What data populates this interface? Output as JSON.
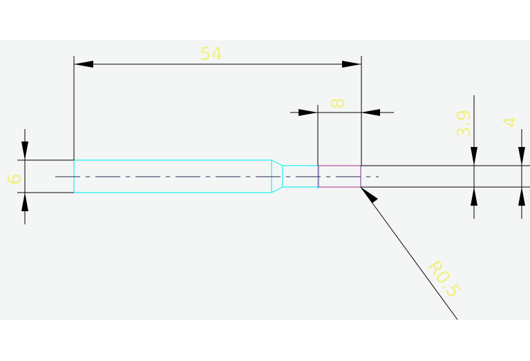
{
  "diagram": {
    "colors": {
      "background": "#ffffff",
      "canvas": "#f4f6f5",
      "dimension_line": "#000000",
      "dimension_text": "#f2ef85",
      "part_outline": "#1ef0f0",
      "accent": "#a6288c"
    },
    "dimensions": {
      "overall_length": "54",
      "groove_width": "8",
      "large_diameter": "6",
      "small_diameter": "3.9",
      "tip_diameter": "4",
      "edge_radius": "R0.5"
    }
  }
}
